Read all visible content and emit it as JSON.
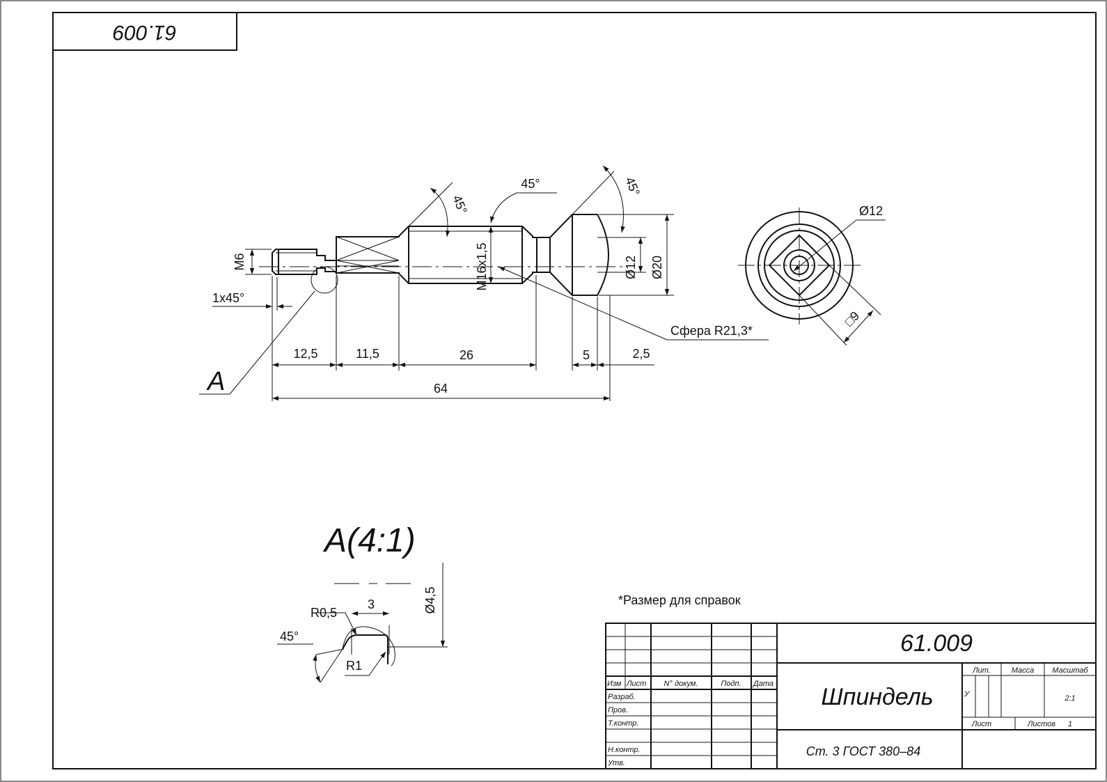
{
  "sheet": {
    "top_stamp": "61.009"
  },
  "main_view": {
    "callout": "A",
    "dims": {
      "m6": "M6",
      "chamfer": "1x45°",
      "d12_5": "12,5",
      "d11_5": "11,5",
      "d26": "26",
      "d5": "5",
      "d2_5": "2,5",
      "d64": "64",
      "thread": "M16x1,5",
      "dia12": "Ø12",
      "dia20": "Ø20",
      "angle1": "45°",
      "angle2": "45°",
      "angle3": "45°",
      "sphere": "Сфера R21,3*"
    }
  },
  "end_view": {
    "dia12": "Ø12",
    "square": "□9"
  },
  "detail": {
    "title": "A(4:1)",
    "dim3": "3",
    "r05": "R0,5",
    "r1": "R1",
    "angle": "45°",
    "dia45": "Ø4,5"
  },
  "note": "*Размер для справок",
  "title_block": {
    "designation": "61.009",
    "part_name": "Шпиндель",
    "material": "Ст. 3 ГОСТ 380–84",
    "col_izm": "Изм",
    "col_list": "Лист",
    "col_doc": "N° докум.",
    "col_sign": "Подп.",
    "col_date": "Дата",
    "row_razrab": "Разраб.",
    "row_prov": "Пров.",
    "row_tkontr": "Т.контр.",
    "row_nkontr": "Н.контр.",
    "row_utv": "Утв.",
    "lit_label": "Лит.",
    "massa_label": "Масса",
    "scale_label": "Масштаб",
    "lit_value": "У",
    "scale_value": "2:1",
    "sheet_label": "Лист",
    "sheets_label": "Листов",
    "sheets_value": "1"
  }
}
